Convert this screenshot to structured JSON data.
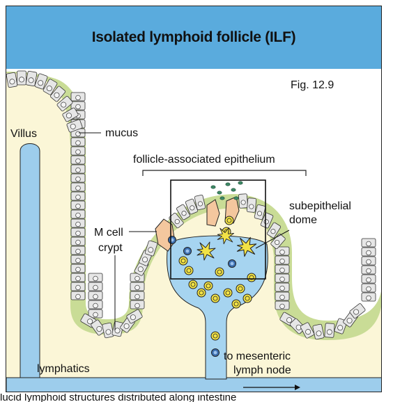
{
  "title": "Isolated lymphoid follicle (ILF)",
  "figure_label": "Fig. 12.9",
  "labels": {
    "villus": "Villus",
    "mucus": "mucus",
    "fae": "follicle-associated epithelium",
    "m_cell": "M cell",
    "crypt": "crypt",
    "subepithelial_line1": "subepithelial",
    "subepithelial_line2": "dome",
    "lymphatics": "lymphatics",
    "mesenteric_line1": "to mesenteric",
    "mesenteric_line2": "lymph node"
  },
  "caption_fragment": "lucid lymphoid structures distributed along intestine",
  "colors": {
    "title_bar": "#5aabdd",
    "lumen": "#ffffff",
    "mucus": "#c9dc96",
    "lamina_propria": "#fbf6d7",
    "epithelium": "#e6e6e6",
    "lymphatic": "#9dcdec",
    "dome": "#a6d4f0",
    "m_cell": "#f4c79e",
    "b_cell": "#f2e246",
    "dendritic_cell": "#f2e246",
    "t_cell": "#3c6fb0",
    "microbe": "#3e8a66"
  }
}
